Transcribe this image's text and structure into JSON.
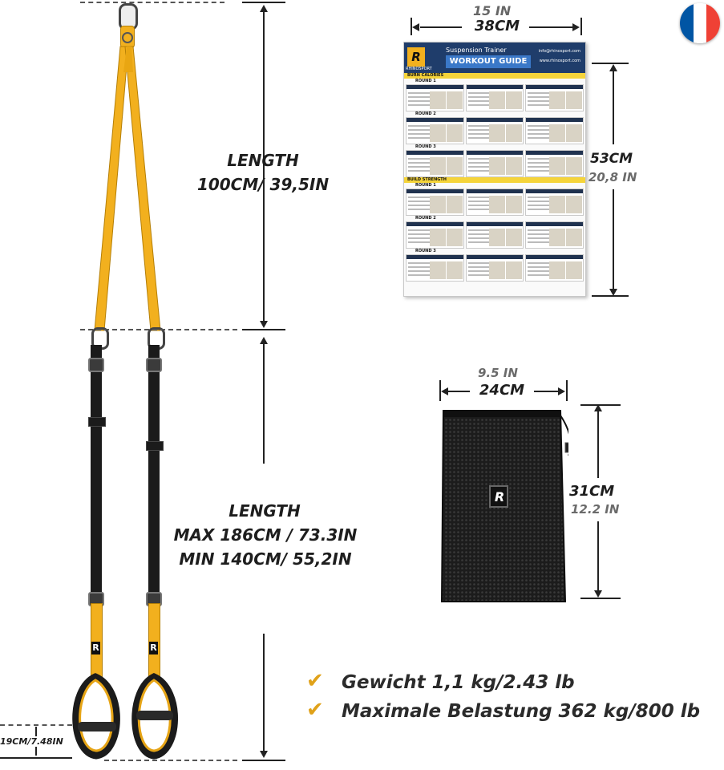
{
  "strap": {
    "upper_length": {
      "title": "LENGTH",
      "value": "100CM/ 39,5IN"
    },
    "lower_length": {
      "title": "LENGTH",
      "max": "MAX 186CM / 73.3IN",
      "min": "MIN 140CM/ 55,2IN"
    },
    "handle": {
      "value": "19CM/7.48IN"
    },
    "logo_letter": "R"
  },
  "poster": {
    "width_in": "15 IN",
    "width_cm": "38CM",
    "height_cm": "53CM",
    "height_in": "20,8 IN",
    "brand": "R",
    "brand_name": "RHINOSPORT",
    "subtitle": "Suspension Trainer",
    "title": "WORKOUT GUIDE",
    "contact_email": "info@rhinosport.com",
    "contact_web": "www.rhinosport.com",
    "sections": [
      {
        "name": "BURN CALORIES",
        "rounds": [
          "ROUND 1",
          "ROUND 2",
          "ROUND 3"
        ]
      },
      {
        "name": "BUILD STRENGTH",
        "rounds": [
          "ROUND 1",
          "ROUND 2",
          "ROUND 3"
        ]
      }
    ]
  },
  "bag": {
    "width_in": "9.5 IN",
    "width_cm": "24CM",
    "height_cm": "31CM",
    "height_in": "12.2 IN",
    "logo_letter": "R"
  },
  "features": [
    "Gewicht 1,1 kg/2.43 lb",
    "Maximale Belastung 362 kg/800 lb"
  ],
  "flag": {
    "country": "France",
    "colors": [
      "#0055a4",
      "#ffffff",
      "#ef4135"
    ]
  },
  "colors": {
    "strap_yellow": "#f2b01e",
    "strap_black": "#1b1b1b",
    "check": "#e0a21a"
  }
}
